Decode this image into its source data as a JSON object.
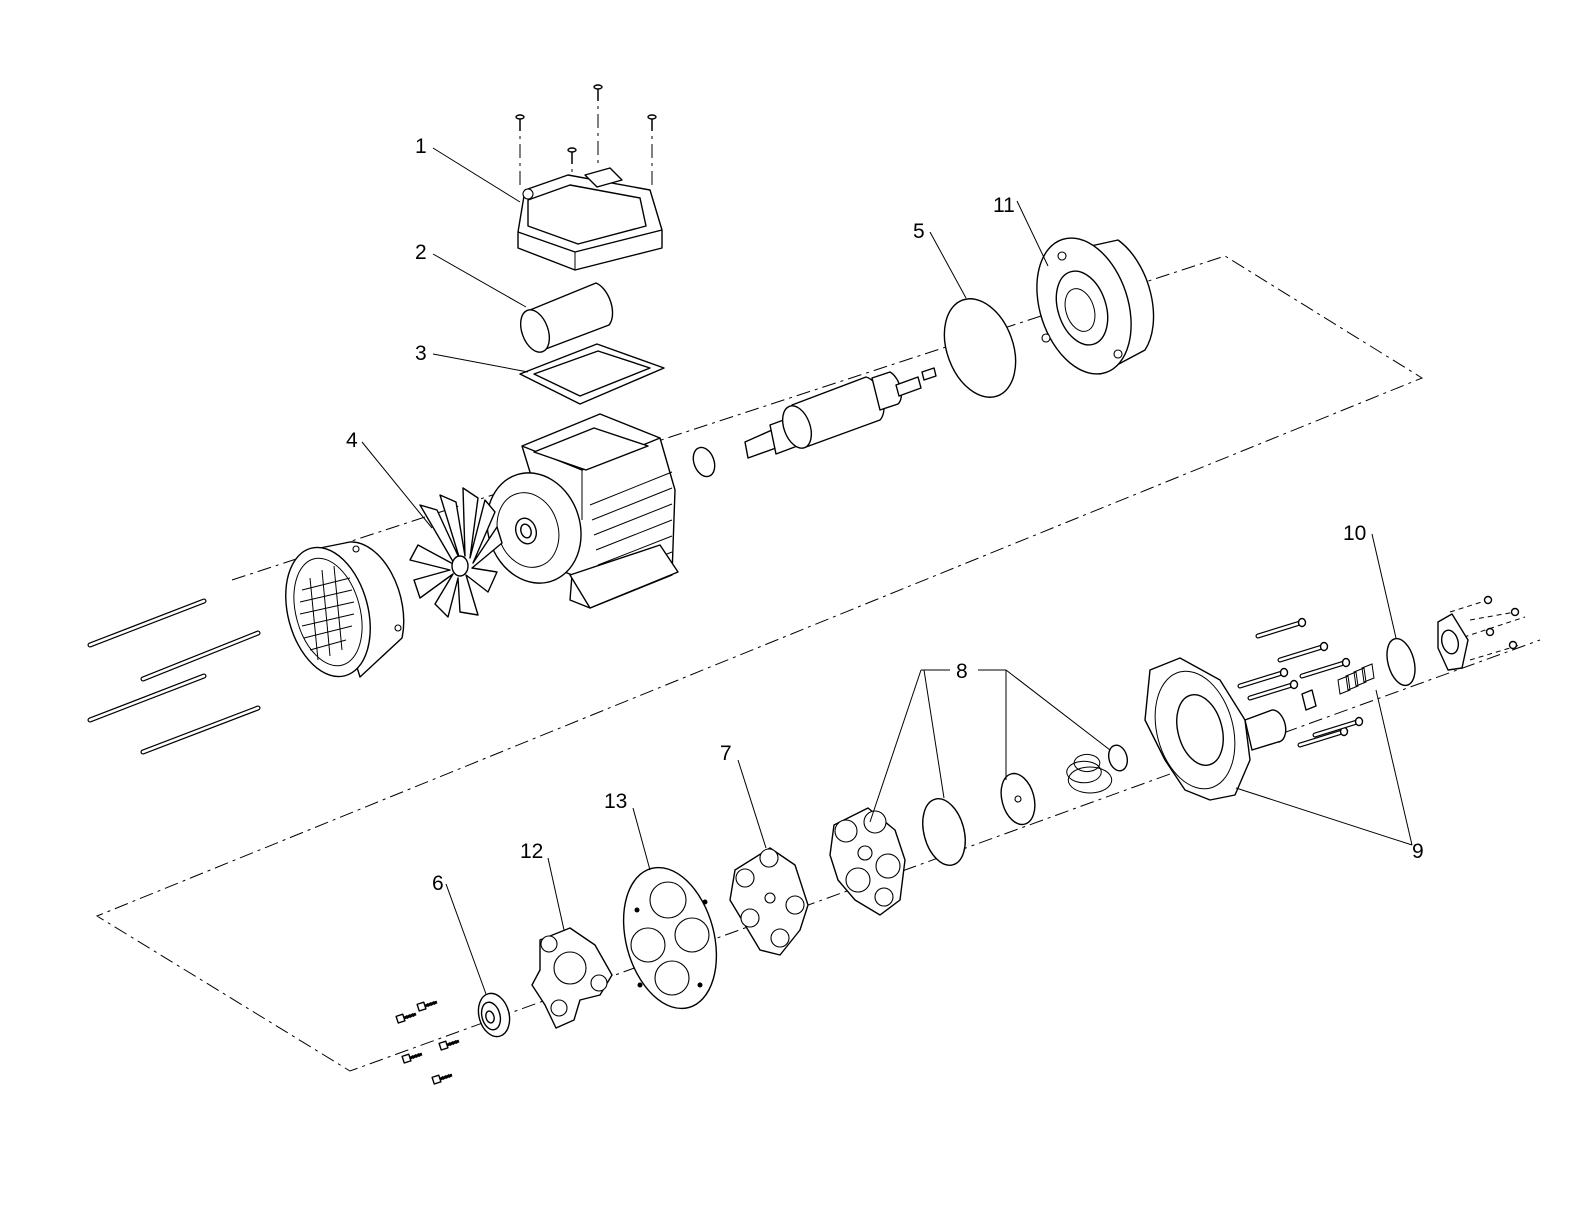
{
  "diagram": {
    "type": "exploded-parts-view",
    "line_color": "#000000",
    "background": "#ffffff",
    "callouts": [
      {
        "id": "c1",
        "label": "1"
      },
      {
        "id": "c2",
        "label": "2"
      },
      {
        "id": "c3",
        "label": "3"
      },
      {
        "id": "c4",
        "label": "4"
      },
      {
        "id": "c5",
        "label": "5"
      },
      {
        "id": "c6",
        "label": "6"
      },
      {
        "id": "c7",
        "label": "7"
      },
      {
        "id": "c8",
        "label": "8"
      },
      {
        "id": "c9",
        "label": "9"
      },
      {
        "id": "c10",
        "label": "10"
      },
      {
        "id": "c11",
        "label": "11"
      },
      {
        "id": "c12",
        "label": "12"
      },
      {
        "id": "c13",
        "label": "13"
      }
    ]
  }
}
